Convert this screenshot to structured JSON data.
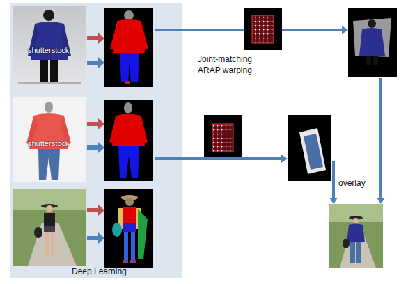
{
  "diagram": {
    "nodes": [
      {
        "text": [
          "Deep Learning"
        ]
      }
    ],
    "labels": [
      "shutterstock",
      "shutterstock",
      "Joint-matching ARAP warping",
      "overlay"
    ]
  }
}
